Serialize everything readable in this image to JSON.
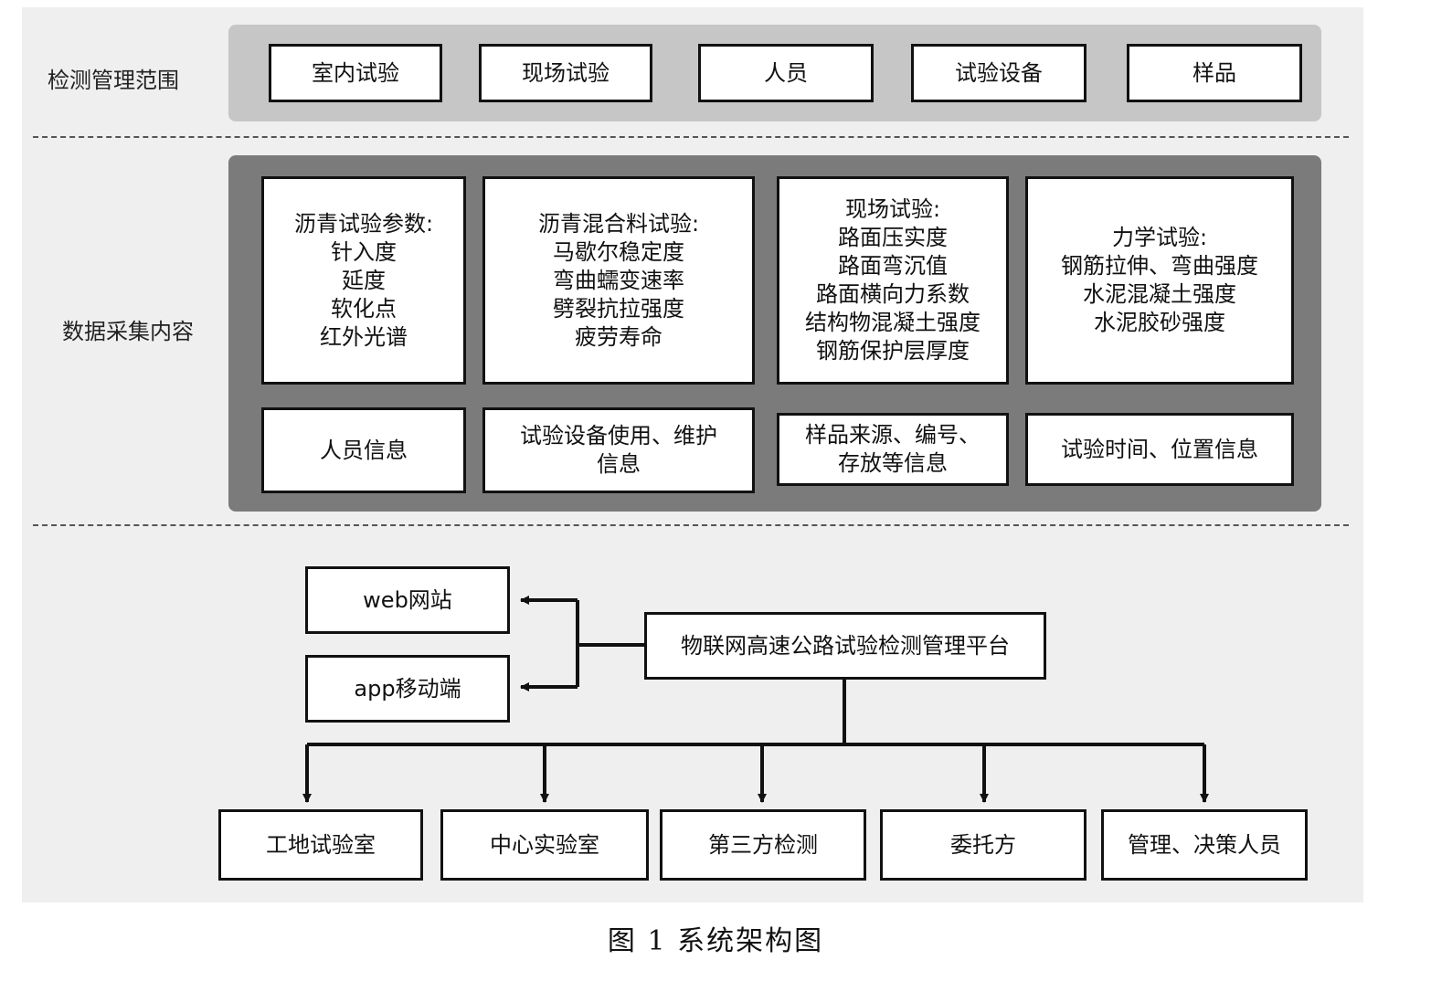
{
  "sections": {
    "scope_label": "检测管理范围",
    "data_label": "数据采集内容"
  },
  "scope_items": [
    "室内试验",
    "现场试验",
    "人员",
    "试验设备",
    "样品"
  ],
  "data_boxes": [
    {
      "lines": [
        "沥青试验参数:",
        "针入度",
        "延度",
        "软化点",
        "红外光谱"
      ]
    },
    {
      "lines": [
        "沥青混合料试验:",
        "马歇尔稳定度",
        "弯曲蠕变速率",
        "劈裂抗拉强度",
        "疲劳寿命"
      ]
    },
    {
      "lines": [
        "现场试验:",
        "路面压实度",
        "路面弯沉值",
        "路面横向力系数",
        "结构物混凝土强度",
        "钢筋保护层厚度"
      ]
    },
    {
      "lines": [
        "力学试验:",
        "钢筋拉伸、弯曲强度",
        "水泥混凝土强度",
        "水泥胶砂强度"
      ]
    }
  ],
  "info_boxes": [
    {
      "lines": [
        "人员信息"
      ]
    },
    {
      "lines": [
        "试验设备使用、维护",
        "信息"
      ]
    },
    {
      "lines": [
        "样品来源、编号、",
        "存放等信息"
      ]
    },
    {
      "lines": [
        "试验时间、位置信息"
      ]
    }
  ],
  "platform": {
    "name": "物联网高速公路试验检测管理平台",
    "clients": [
      "web网站",
      "app移动端"
    ],
    "users": [
      "工地试验室",
      "中心实验室",
      "第三方检测",
      "委托方",
      "管理、决策人员"
    ]
  },
  "caption": "图 1  系统架构图"
}
